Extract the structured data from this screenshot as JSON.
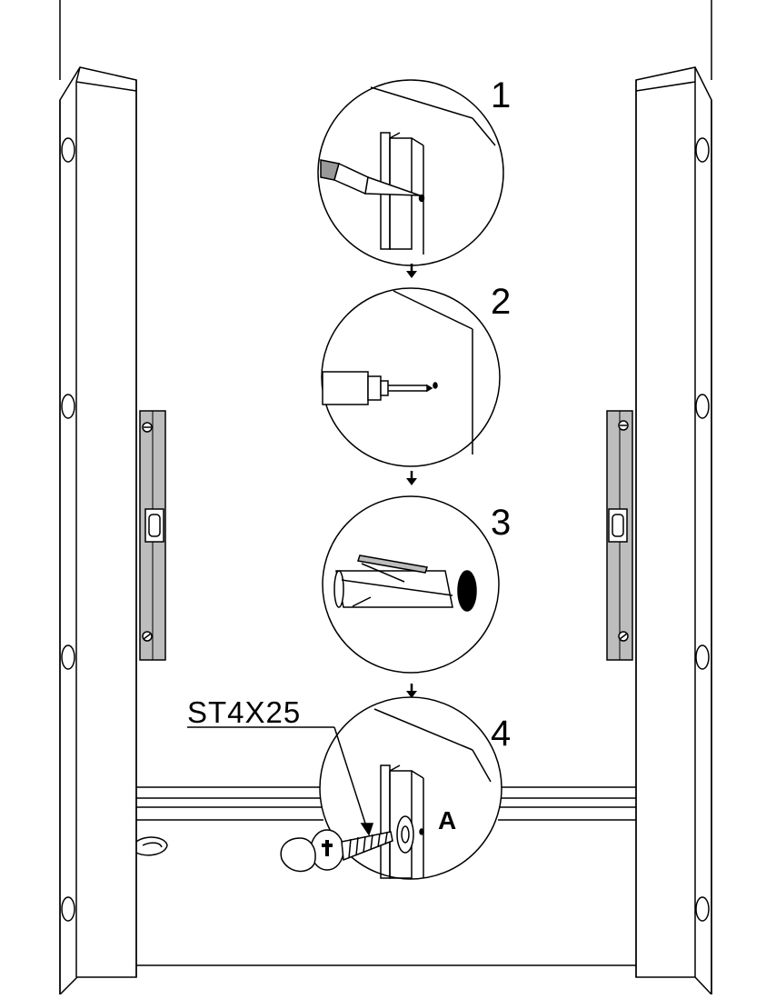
{
  "steps": [
    {
      "number": "1",
      "action": "mark-hole"
    },
    {
      "number": "2",
      "action": "drill-hole"
    },
    {
      "number": "3",
      "action": "insert-anchor"
    },
    {
      "number": "4",
      "action": "fasten-screw"
    }
  ],
  "screw_label": "ST4X25",
  "part_marker": "A",
  "colors": {
    "line": "#000000",
    "level_fill": "#bdbdbd",
    "background": "#ffffff"
  }
}
